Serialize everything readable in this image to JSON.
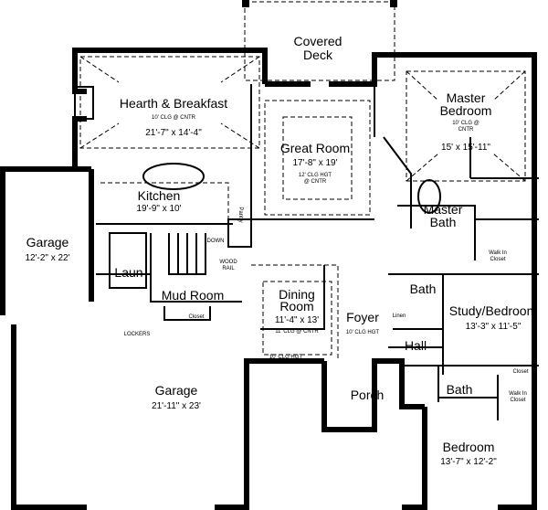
{
  "rooms": {
    "covered_deck": {
      "name_line1": "Covered",
      "name_line2": "Deck"
    },
    "hearth_breakfast": {
      "name": "Hearth & Breakfast",
      "ceiling": "10' CLG @ CNTR",
      "size": "21'-7\" x 14'-4\""
    },
    "great_room": {
      "name": "Great Room",
      "size": "17'-8\" x 19'",
      "ceiling_line1": "12' CLG HGT",
      "ceiling_line2": "@ CNTR"
    },
    "master_bedroom": {
      "name_line1": "Master",
      "name_line2": "Bedroom",
      "ceiling_line1": "10' CLG @",
      "ceiling_line2": "CNTR",
      "size": "15' x 15'-11\""
    },
    "kitchen": {
      "name": "Kitchen",
      "size": "19'-9\" x 10'"
    },
    "pantry": {
      "name": "Pantry"
    },
    "garage_small": {
      "name": "Garage",
      "size": "12'-2\" x 22'"
    },
    "laundry": {
      "name": "Laun"
    },
    "mud_room": {
      "name": "Mud Room"
    },
    "closet_mud": {
      "name": "Closet"
    },
    "master_bath": {
      "name_line1": "Master",
      "name_line2": "Bath"
    },
    "walk_in_closet_master": {
      "name_line1": "Walk In",
      "name_line2": "Closet"
    },
    "dining_room": {
      "name_line1": "Dining",
      "name_line2": "Room",
      "size": "11'-4\" x 13'",
      "ceiling": "11' CLG @ CNTR",
      "ceiling_edge": "10' CLG HGT"
    },
    "foyer": {
      "name": "Foyer",
      "ceiling": "10' CLG HGT"
    },
    "bath_hall": {
      "name": "Bath"
    },
    "linen": {
      "name": "Linen"
    },
    "hall": {
      "name": "Hall"
    },
    "study_bedroom": {
      "name": "Study/Bedroom",
      "size": "13'-3\" x 11'-5\""
    },
    "closet_study": {
      "name": "Closet"
    },
    "bath_lower": {
      "name": "Bath"
    },
    "walk_in_closet_bedroom": {
      "name_line1": "Walk In",
      "name_line2": "Closet"
    },
    "porch": {
      "name": "Porch"
    },
    "garage_large": {
      "name": "Garage",
      "size": "21'-11\" x 23'"
    },
    "bedroom": {
      "name": "Bedroom",
      "size": "13'-7\" x 12'-2\""
    }
  },
  "annotations": {
    "down": "DOWN",
    "wood_rail_line1": "WOOD",
    "wood_rail_line2": "RAIL",
    "lockers": "LOCKERS"
  }
}
